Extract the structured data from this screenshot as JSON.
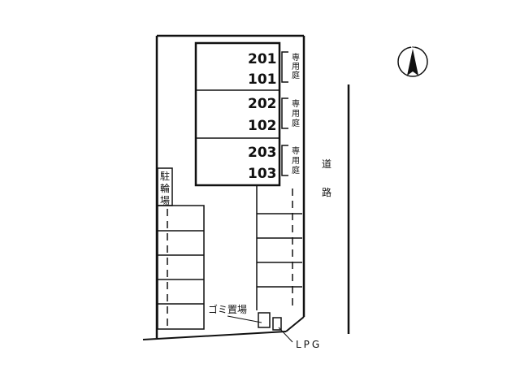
{
  "units": [
    {
      "upper": "201",
      "lower": "101",
      "garden": [
        "専",
        "用",
        "庭"
      ]
    },
    {
      "upper": "202",
      "lower": "102",
      "garden": [
        "専",
        "用",
        "庭"
      ]
    },
    {
      "upper": "203",
      "lower": "103",
      "garden": [
        "専",
        "用",
        "庭"
      ]
    }
  ],
  "bicycle_parking": [
    "駐",
    "輪",
    "場"
  ],
  "road": [
    "道",
    "路"
  ],
  "garbage_area": "ゴミ置場",
  "lpg": "LPG",
  "compass": {
    "label": "N"
  }
}
